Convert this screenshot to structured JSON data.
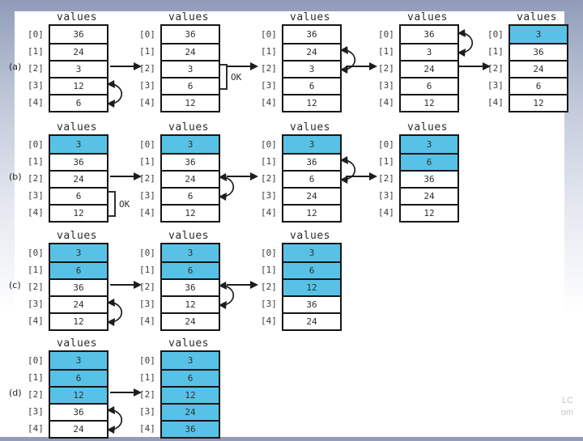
{
  "slide": {
    "watermark": {
      "line1": "LC",
      "line2": "om"
    }
  },
  "figure": {
    "header_label": "values",
    "ok_label": "OK",
    "index_labels": [
      "[0]",
      "[1]",
      "[2]",
      "[3]",
      "[4]"
    ],
    "highlight_color": "#58c2e6",
    "passes": [
      {
        "label": "(a)",
        "arrays": [
          {
            "values": [
              "36",
              "24",
              "3",
              "12",
              "6"
            ],
            "highlighted": 0,
            "marker": {
              "type": "swap",
              "rows": [
                3,
                4
              ]
            }
          },
          {
            "values": [
              "36",
              "24",
              "3",
              "6",
              "12"
            ],
            "highlighted": 0,
            "marker": {
              "type": "ok",
              "rows": [
                2,
                3
              ]
            }
          },
          {
            "values": [
              "36",
              "24",
              "3",
              "6",
              "12"
            ],
            "highlighted": 0,
            "marker": {
              "type": "swap",
              "rows": [
                1,
                2
              ]
            }
          },
          {
            "values": [
              "36",
              "3",
              "24",
              "6",
              "12"
            ],
            "highlighted": 0,
            "marker": {
              "type": "swap",
              "rows": [
                0,
                1
              ]
            }
          },
          {
            "values": [
              "3",
              "36",
              "24",
              "6",
              "12"
            ],
            "highlighted": 1,
            "marker": null
          }
        ]
      },
      {
        "label": "(b)",
        "arrays": [
          {
            "values": [
              "3",
              "36",
              "24",
              "6",
              "12"
            ],
            "highlighted": 1,
            "marker": {
              "type": "ok",
              "rows": [
                3,
                4
              ]
            }
          },
          {
            "values": [
              "3",
              "36",
              "24",
              "6",
              "12"
            ],
            "highlighted": 1,
            "marker": {
              "type": "swap",
              "rows": [
                2,
                3
              ]
            }
          },
          {
            "values": [
              "3",
              "36",
              "6",
              "24",
              "12"
            ],
            "highlighted": 1,
            "marker": {
              "type": "swap",
              "rows": [
                1,
                2
              ]
            }
          },
          {
            "values": [
              "3",
              "6",
              "36",
              "24",
              "12"
            ],
            "highlighted": 2,
            "marker": null
          }
        ]
      },
      {
        "label": "(c)",
        "arrays": [
          {
            "values": [
              "3",
              "6",
              "36",
              "24",
              "12"
            ],
            "highlighted": 2,
            "marker": {
              "type": "swap",
              "rows": [
                3,
                4
              ]
            }
          },
          {
            "values": [
              "3",
              "6",
              "36",
              "12",
              "24"
            ],
            "highlighted": 2,
            "marker": {
              "type": "swap",
              "rows": [
                2,
                3
              ]
            }
          },
          {
            "values": [
              "3",
              "6",
              "12",
              "36",
              "24"
            ],
            "highlighted": 3,
            "marker": null
          }
        ]
      },
      {
        "label": "(d)",
        "arrays": [
          {
            "values": [
              "3",
              "6",
              "12",
              "36",
              "24"
            ],
            "highlighted": 3,
            "marker": {
              "type": "swap",
              "rows": [
                3,
                4
              ]
            }
          },
          {
            "values": [
              "3",
              "6",
              "12",
              "24",
              "36"
            ],
            "highlighted": 5,
            "marker": null
          }
        ]
      }
    ]
  }
}
